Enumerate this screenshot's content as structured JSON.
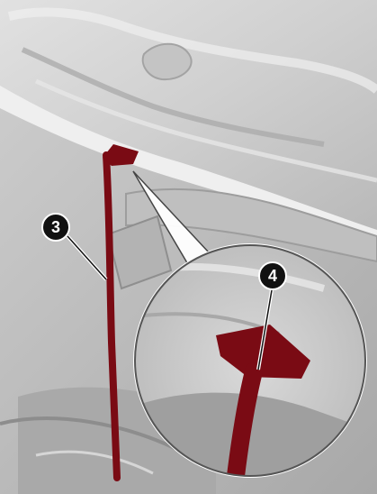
{
  "illustration": {
    "colors": {
      "metal_light": "#d8d8d8",
      "metal_mid": "#bdbdbd",
      "metal_dark": "#8f8f8f",
      "support_rod": "#7a0b14",
      "callout_bg": "#cfcfcf",
      "marker_fill": "#111111"
    },
    "markers": [
      {
        "label": "3",
        "refers_to": "prop-rod"
      },
      {
        "label": "4",
        "refers_to": "prop-rod-retainer"
      }
    ]
  }
}
